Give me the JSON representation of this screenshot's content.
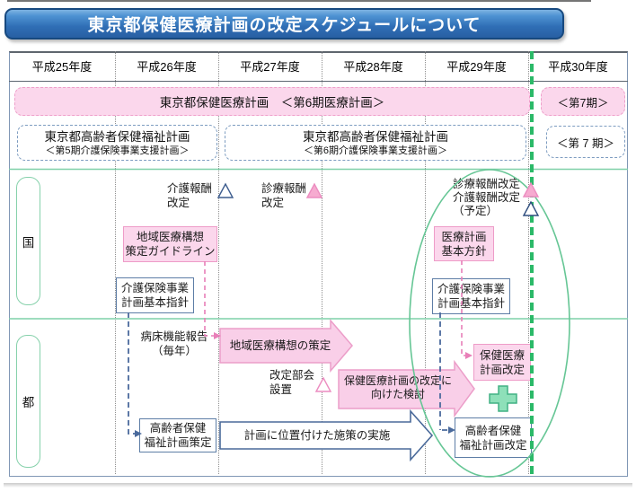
{
  "slide_title": "東京都保健医療計画の改定スケジュールについて",
  "timeline": {
    "columns": [
      "平成25年度",
      "平成26年度",
      "平成27年度",
      "平成28年度",
      "平成29年度",
      "平成30年度"
    ]
  },
  "plan_bands": {
    "medical_plan": "東京都保健医療計画　＜第6期医療計画＞",
    "medical_plan_next_period": "＜第7期＞",
    "elderly_plan_current": {
      "title": "東京都高齢者保健福祉計画",
      "subtitle": "＜第5期介護保険事業支援計画＞"
    },
    "elderly_plan_next": {
      "title": "東京都高齢者保健福祉計画",
      "subtitle": "＜第6期介護保険事業支援計画＞"
    },
    "elderly_plan_next_period": "＜第 7 期＞"
  },
  "national_row": {
    "label": "国",
    "care_fee_revision": "介護報酬\n改定",
    "medical_fee_revision": "診療報酬\n改定",
    "fee_revision_planned": "診療報酬改定\n介護報酬改定\n（予定）",
    "regional_vision_guideline": "地域医療構想\n策定ガイドライン",
    "medical_plan_policy": "医療計画\n基本方針",
    "care_insurance_guideline_h26": "介護保険事業\n計画基本指針",
    "care_insurance_guideline_h29": "介護保険事業\n計画基本指針"
  },
  "metro_row": {
    "label": "都",
    "bed_function_report": "病床機能報告\n（毎年）",
    "regional_vision_formulation": "地域医療構想の策定",
    "revision_committee": "改定部会\n設置",
    "plan_revision_study": "保健医療計画の改定に\n向けた検討",
    "health_plan_revision": "保健医療\n計画改定",
    "measures_implementation": "計画に位置付けた施策の実施",
    "elderly_plan_formulation": "高齢者保健\n福祉計画策定",
    "elderly_plan_revision": "高齢者保健\n福祉計画改定"
  },
  "colors": {
    "title_bar_blue": "#2f6eb5",
    "pink_fill": "#fbd7ec",
    "pink_border": "#ee9cc8",
    "blue_box_border": "#5d7da6",
    "green_accent": "#6fcf9a",
    "green_dashed_divider": "#2bb968"
  }
}
